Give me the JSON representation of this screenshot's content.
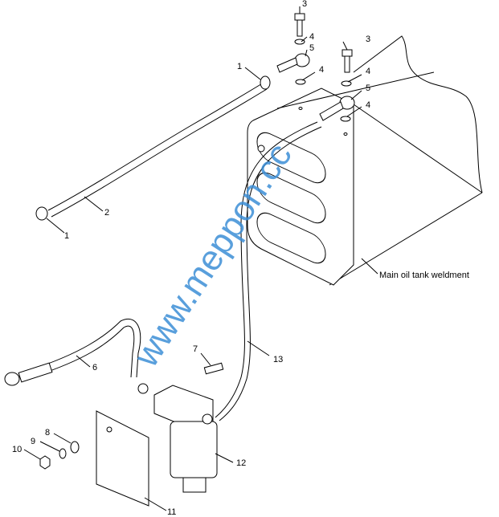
{
  "diagram": {
    "callouts": {
      "bolt_a": "3",
      "washer_a1": "4",
      "banjo_a": "5",
      "washer_a2": "4",
      "bolt_b": "3",
      "washer_b1": "4",
      "banjo_b": "5",
      "washer_b2": "4",
      "clamp_top": "1",
      "hose": "2",
      "clamp_bottom": "1",
      "bolt_filter": "7",
      "hose_13": "13",
      "hose_6": "6",
      "washer_8": "8",
      "washer_9": "9",
      "nut_10": "10",
      "filter": "12",
      "bracket": "11"
    },
    "tank_label": "Main oil tank weldment",
    "watermark": "www.meppon.cc",
    "colors": {
      "watermark": "#3d8fd6",
      "line": "#000000"
    }
  }
}
